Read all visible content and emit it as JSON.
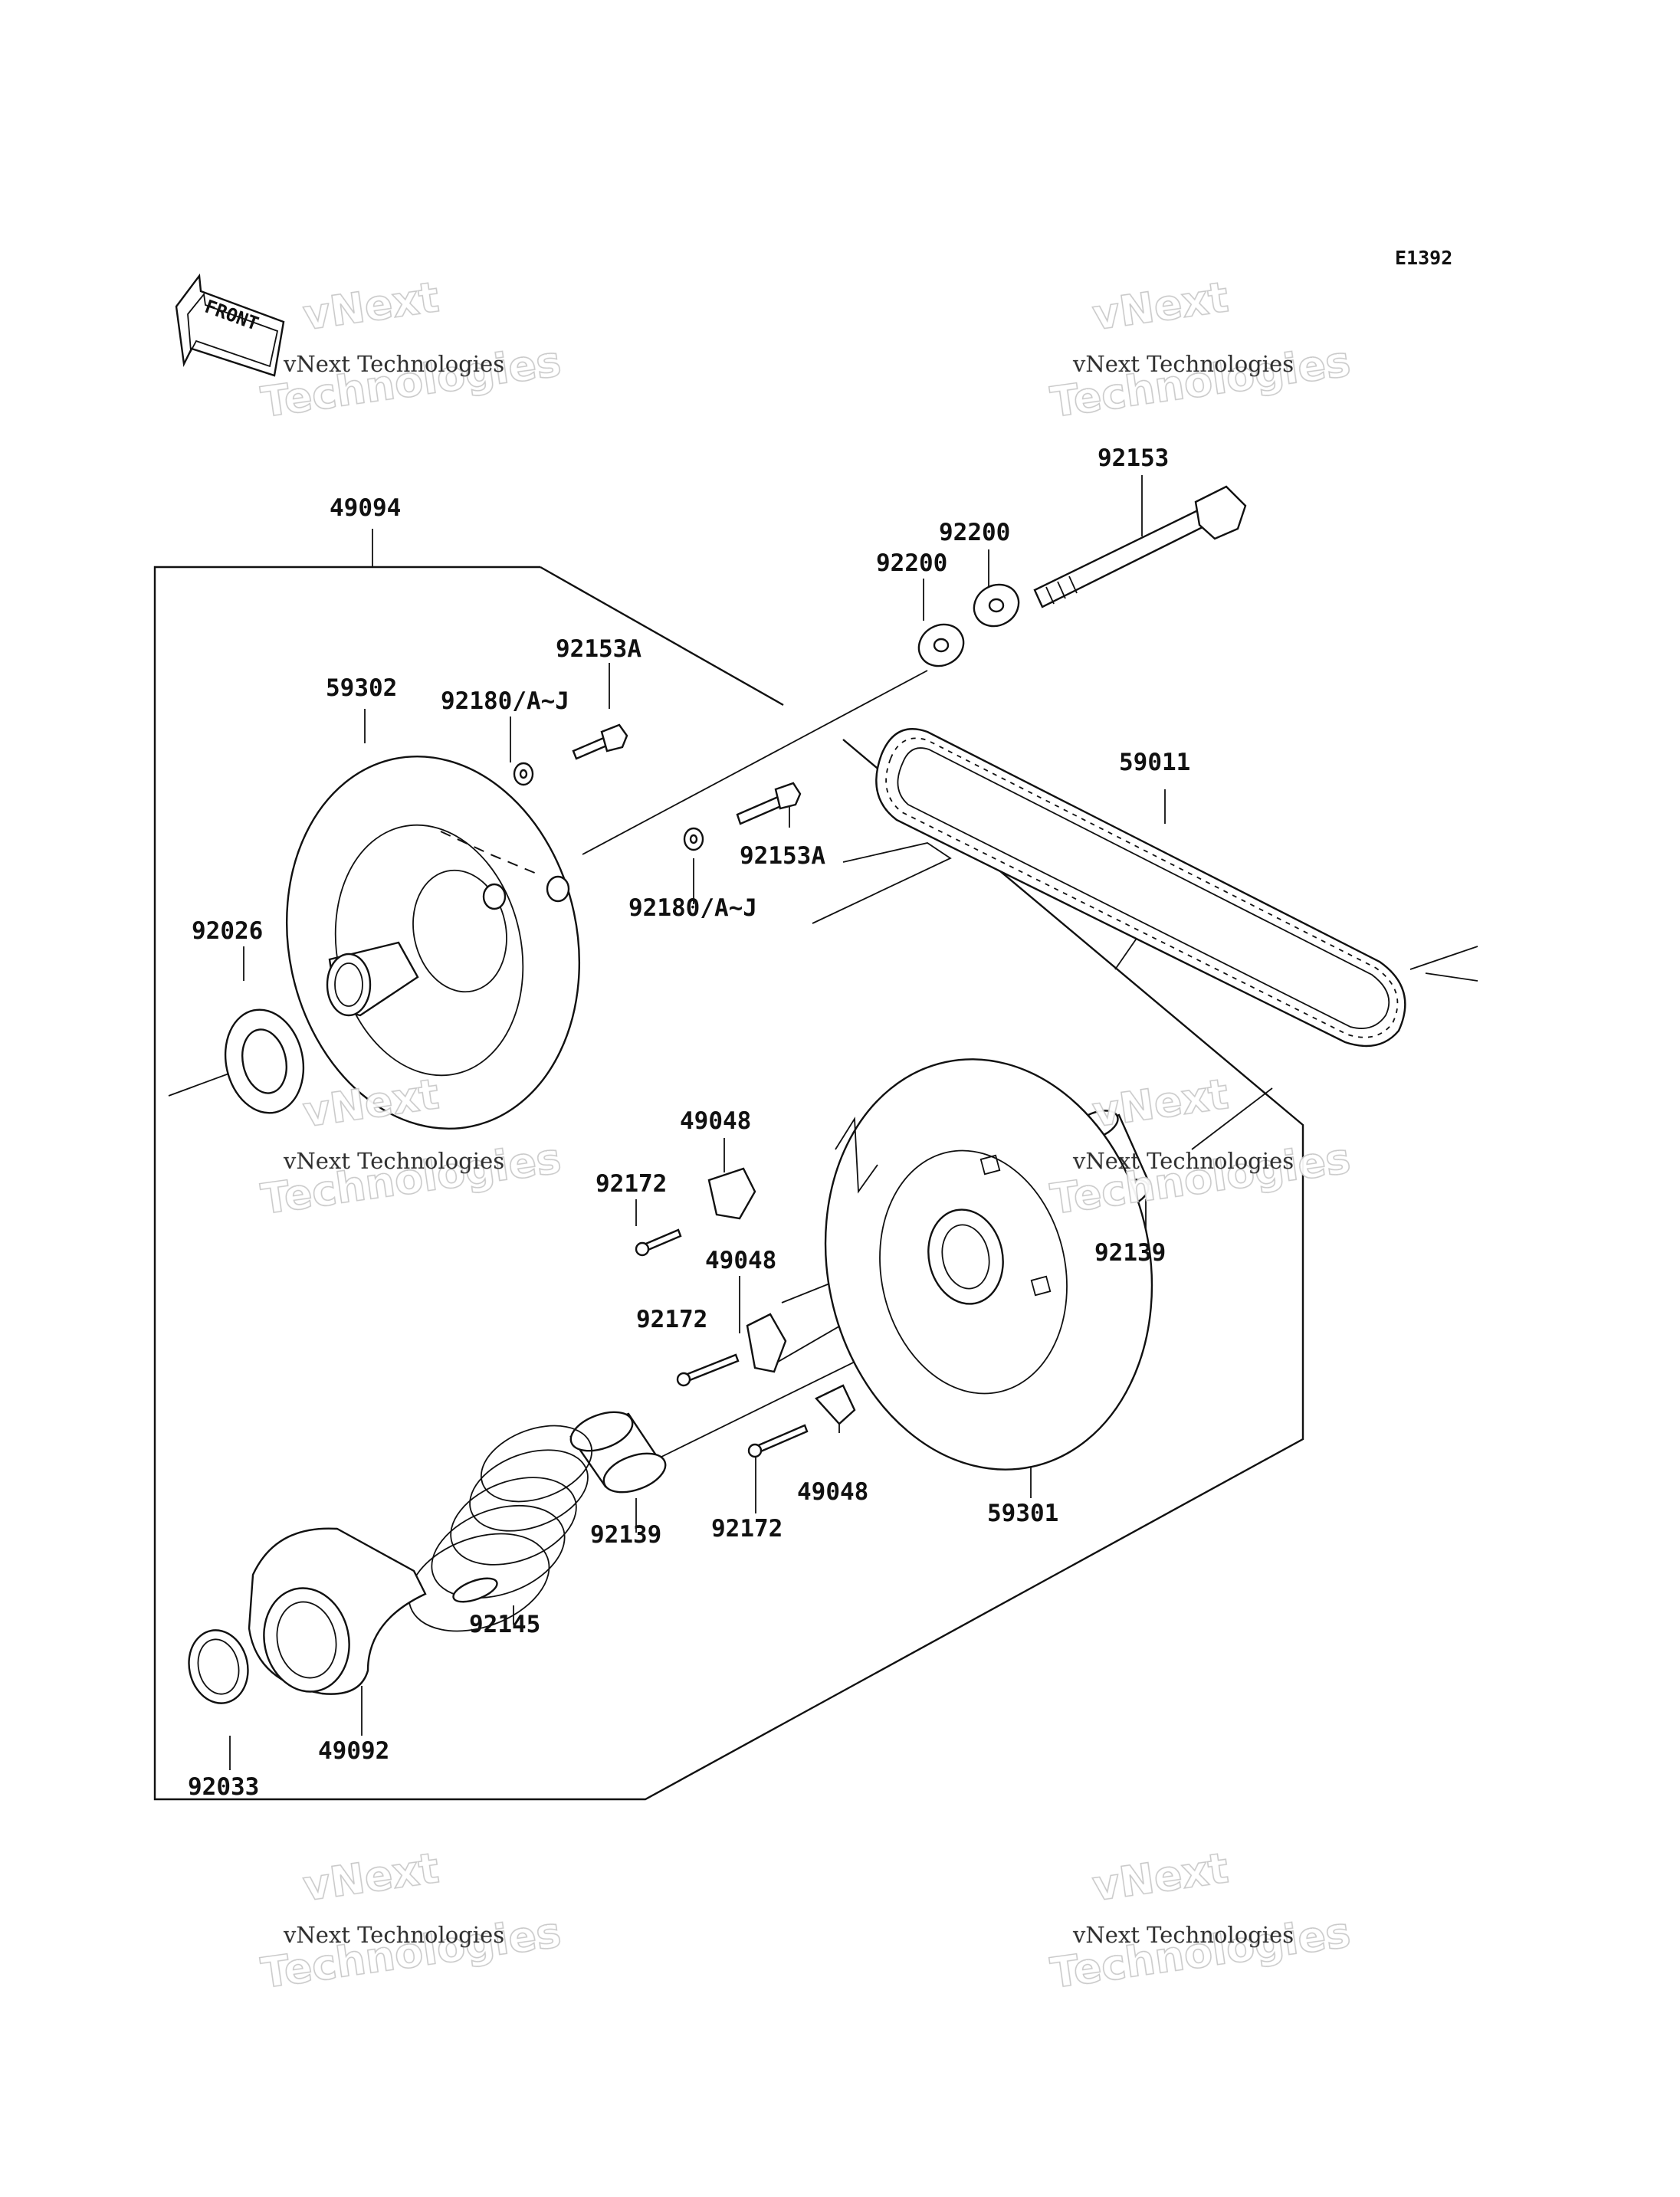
{
  "diagram_code": "E1392",
  "front_label": "FRONT",
  "watermark": {
    "small": "vNext Technologies",
    "big_top": "vNext",
    "big_bottom": "Technologies"
  },
  "parts": {
    "p49094": "49094",
    "p92153": "92153",
    "p92200_a": "92200",
    "p92200_b": "92200",
    "p92153A_a": "92153A",
    "p92153A_b": "92153A",
    "p59302": "59302",
    "p92180_a": "92180/A~J",
    "p92180_b": "92180/A~J",
    "p59011": "59011",
    "p92026": "92026",
    "p49048_a": "49048",
    "p49048_b": "49048",
    "p49048_c": "49048",
    "p92172_a": "92172",
    "p92172_b": "92172",
    "p92172_c": "92172",
    "p92139_a": "92139",
    "p92139_b": "92139",
    "p59301": "59301",
    "p92145": "92145",
    "p92033": "92033",
    "p49092": "49092"
  }
}
